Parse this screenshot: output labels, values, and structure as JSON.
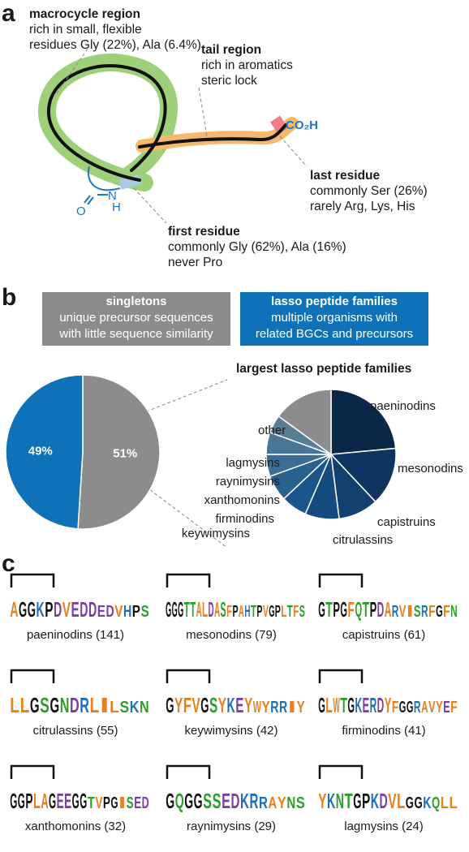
{
  "panels": {
    "a": "a",
    "b": "b",
    "c": "c"
  },
  "panel_a": {
    "macrocycle": {
      "title": "macrocycle region",
      "line1": "rich in small, flexible",
      "line2": "residues Gly (22%), Ala (6.4%)"
    },
    "tail": {
      "title": "tail region",
      "line1": "rich in aromatics",
      "line2": "steric lock"
    },
    "last": {
      "title": "last residue",
      "line1": "commonly Ser (26%)",
      "line2": "rarely Arg, Lys, His"
    },
    "first": {
      "title": "first residue",
      "line1": "commonly Gly (62%), Ala (16%)",
      "line2": "never Pro"
    },
    "co2h": "CO₂H",
    "atom_o": "O",
    "atom_n": "N",
    "atom_h": "H",
    "colors": {
      "macrocycle": "#9ed07a",
      "tail": "#f6b86a",
      "last": "#ef7d86",
      "first": "#a9c9e6",
      "chem": "#1f77c4"
    }
  },
  "panel_b": {
    "singletons": {
      "title": "singletons",
      "line1": "unique precursor sequences",
      "line2": "with little sequence similarity",
      "color": "#8c8c8c"
    },
    "families": {
      "title": "lasso peptide families",
      "line1": "multiple organisms with",
      "line2": "related BGCs and precursors",
      "color": "#0f72b8"
    },
    "largest_title": "largest lasso peptide families",
    "chart_data": [
      {
        "type": "pie",
        "categories": [
          "singletons",
          "lasso peptide families"
        ],
        "values": [
          51,
          49
        ],
        "labels": [
          "51%",
          "49%"
        ],
        "colors": [
          "#8c8c8c",
          "#0f72b8"
        ]
      },
      {
        "type": "pie",
        "categories": [
          "paeninodins",
          "mesonodins",
          "capistruins",
          "citrulassins",
          "keywimysins",
          "firminodins",
          "xanthomonins",
          "raynimysins",
          "lagmysins",
          "other"
        ],
        "values": [
          23.5,
          14.5,
          10,
          8.5,
          6.5,
          6.5,
          5.5,
          5.5,
          4.5,
          15
        ],
        "colors": [
          "#0b2747",
          "#0e3560",
          "#12406f",
          "#154b7e",
          "#1a568c",
          "#2a628f",
          "#3c6e93",
          "#4a7696",
          "#5a7d96",
          "#8c8c8c"
        ]
      }
    ]
  },
  "panel_c": {
    "logos": [
      {
        "caption": "paeninodins (141)",
        "seq": "AGGKPDVEDDEDVHPS"
      },
      {
        "caption": "mesonodins (79)",
        "seq": "GGGTTALDASFPAHTPVGPLTFS"
      },
      {
        "caption": "capistruins (61)",
        "seq": "GTPGFQTPDARVISRFGFN"
      },
      {
        "caption": "citrulassins (55)",
        "seq": "LLGSGNDRLILSKN"
      },
      {
        "caption": "keywimysins (42)",
        "seq": "GYFVGSYKEYWYRRIY"
      },
      {
        "caption": "firminodins (41)",
        "seq": "GLWTGKERDYFGGRAVYEF"
      },
      {
        "caption": "xanthomonins (32)",
        "seq": "GGPLAGEEGGTVPGISED"
      },
      {
        "caption": "raynimysins (29)",
        "seq": "GQGGSSEDKRRAYNS"
      },
      {
        "caption": "lagmysins (24)",
        "seq": "YKNTGPKDVLGGKQLL"
      }
    ],
    "residue_colors": {
      "hydrophobic": "#e8801e",
      "acidic": "#7b3fa0",
      "basic": "#1c6fb5",
      "other": "#111111",
      "polar": "#2aa02a"
    }
  }
}
